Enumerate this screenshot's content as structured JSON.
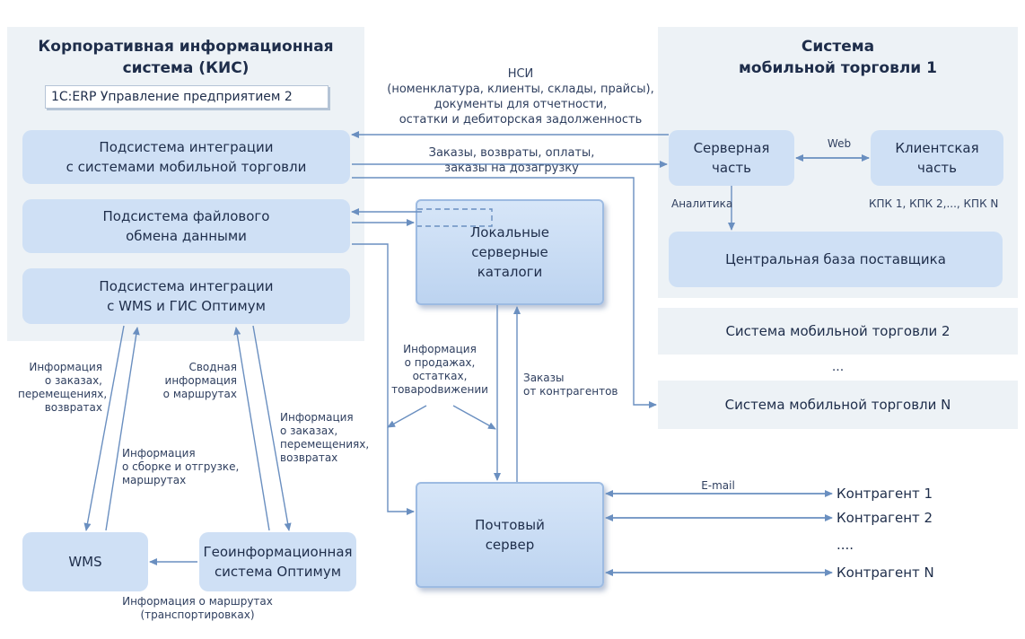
{
  "kis": {
    "title": "Корпоративная информационная\nсистема (КИС)",
    "erp_label": "1С:ERP Управление предприятием 2",
    "integration_mobile": "Подсистема интеграции\nс системами мобильной торговли",
    "file_exchange": "Подсистема файлового\nобмена данными",
    "integration_wms": "Подсистема интеграции\nс WMS и ГИС Оптимум"
  },
  "mobile1": {
    "title": "Система\nмобильной торговли 1",
    "server_part": "Серверная\nчасть",
    "client_part": "Клиентская\nчасть",
    "central_db": "Центральная база поставщика",
    "web_label": "Web",
    "analytics_label": "Аналитика",
    "kpk_label": "КПК 1, КПК 2,..., КПК N"
  },
  "mobile2": "Система мобильной торговли 2",
  "mobile_dots": "...",
  "mobileN": "Система мобильной торговли N",
  "local_catalogs": "Локальные\nсерверные\nкаталоги",
  "mail_server": "Почтовый\nсервер",
  "wms": "WMS",
  "gis": "Геоинформационная\nсистема Оптимум",
  "labels": {
    "nsi": "НСИ\n(номенклатура, клиенты, склады, прайсы),\nдокументы для отчетности,\nостатки и дебиторская задолженность",
    "orders_returns": "Заказы, возвраты, оплаты,\nзаказы на дозагрузку",
    "info_orders_left": "Информация\nо заказах,\nперемещениях,\nвозвратах",
    "info_assembly": "Информация\nо сборке и отгрузке,\nмаршрутах",
    "summary_routes": "Сводная\nинформация\nо маршрутах",
    "info_orders_right": "Информация\nо заказах,\nперемещениях,\nвозвратах",
    "sales_info": "Информация\nо продажах,\nостатках,\nтоварodвижении",
    "orders_from_partners": "Заказы\nот контрагентов",
    "routes_transport": "Информация о маршрутах\n(транспортировках)",
    "email": "E-mail"
  },
  "counterparties": [
    "Контрагент 1",
    "Контрагент 2",
    "....",
    "Контрагент N"
  ],
  "colors": {
    "region_bg": "#edf2f6",
    "box_fill": "#cfe0f5",
    "arrow": "#6a8fc0",
    "text": "#1e2d4a"
  }
}
